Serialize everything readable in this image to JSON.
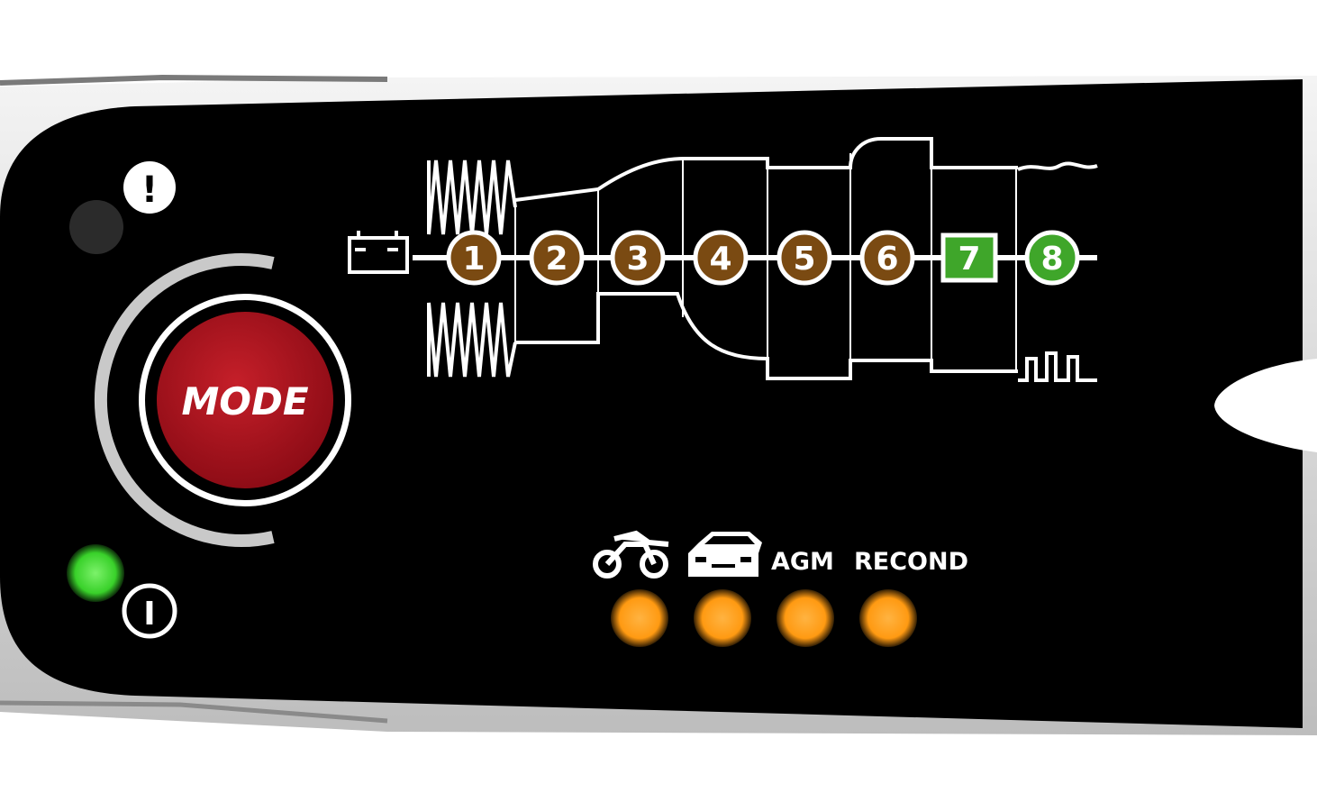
{
  "device": {
    "mode_label": "MODE",
    "fault_label": "!",
    "power_label": "I",
    "colors": {
      "panel": "#000000",
      "mode_button": "#a3111c",
      "mode_ring": "#c9c9c9",
      "step_done": "#7a4a12",
      "step_active": "#3fa62a",
      "power_led": "#39d12a",
      "fault_led": "#2b2b2b",
      "mode_led": "#ff9a12"
    }
  },
  "steps": [
    {
      "label": "1",
      "state": "done",
      "shape": "circle"
    },
    {
      "label": "2",
      "state": "done",
      "shape": "circle"
    },
    {
      "label": "3",
      "state": "done",
      "shape": "circle"
    },
    {
      "label": "4",
      "state": "done",
      "shape": "circle"
    },
    {
      "label": "5",
      "state": "done",
      "shape": "circle"
    },
    {
      "label": "6",
      "state": "done",
      "shape": "circle"
    },
    {
      "label": "7",
      "state": "active",
      "shape": "square"
    },
    {
      "label": "8",
      "state": "active",
      "shape": "circle"
    }
  ],
  "modes": [
    {
      "icon": "motorcycle-icon",
      "label": "",
      "lit": true
    },
    {
      "icon": "car-icon",
      "label": "",
      "lit": true
    },
    {
      "icon": "",
      "label": "AGM",
      "lit": true
    },
    {
      "icon": "",
      "label": "RECOND",
      "lit": true
    }
  ],
  "indicators": {
    "power_on": true,
    "fault_on": false
  }
}
